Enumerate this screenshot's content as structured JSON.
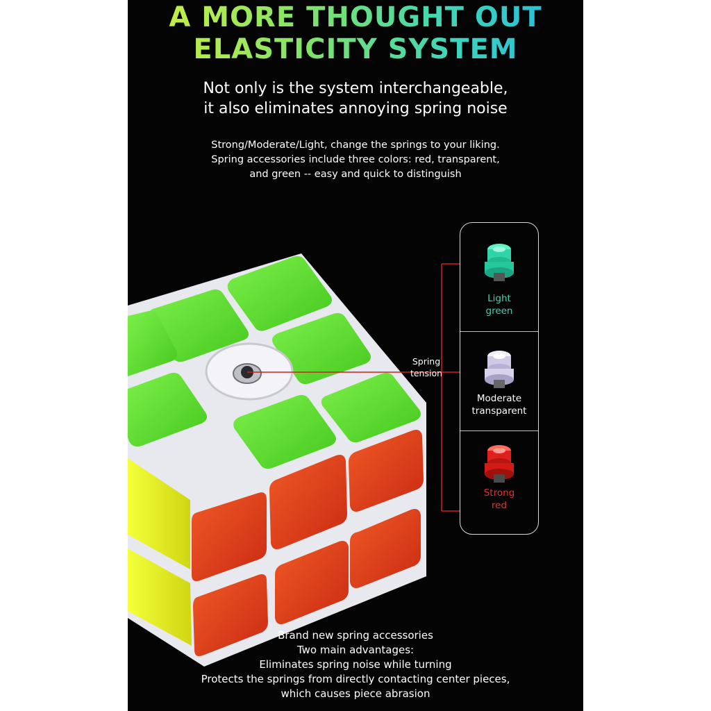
{
  "headline": {
    "line1": "A MORE THOUGHT OUT",
    "line2": "ELASTICITY SYSTEM"
  },
  "subtitle": {
    "line1": "Not only is the system interchangeable,",
    "line2": "it also eliminates annoying spring noise"
  },
  "description": {
    "line1": "Strong/Moderate/Light, change the springs to your liking.",
    "line2": "Spring accessories include three colors: red, transparent,",
    "line3": "and green -- easy and quick to distinguish"
  },
  "callout": {
    "line1": "Spring",
    "line2": "tension"
  },
  "springs": [
    {
      "line1": "Light",
      "line2": "green",
      "color": "#2fd4a8",
      "label_color": "#3fd3b2"
    },
    {
      "line1": "Moderate",
      "line2": "transparent",
      "color": "#cfc8e6",
      "label_color": "#ffffff"
    },
    {
      "line1": "Strong",
      "line2": "red",
      "color": "#e0201c",
      "label_color": "#e8312c"
    }
  ],
  "footer": {
    "line1": "Brand new spring accessories",
    "line2": "Two main advantages:",
    "line3": "Eliminates spring noise while turning",
    "line4": "Protects the springs from directly contacting center pieces,",
    "line5": "which causes piece abrasion"
  },
  "colors": {
    "background": "#040404",
    "cube_top": "#5fe02c",
    "cube_front": "#e8401c",
    "cube_side": "#eef21a",
    "callout_line": "#d0201c",
    "box_border": "#d9d9d9"
  }
}
